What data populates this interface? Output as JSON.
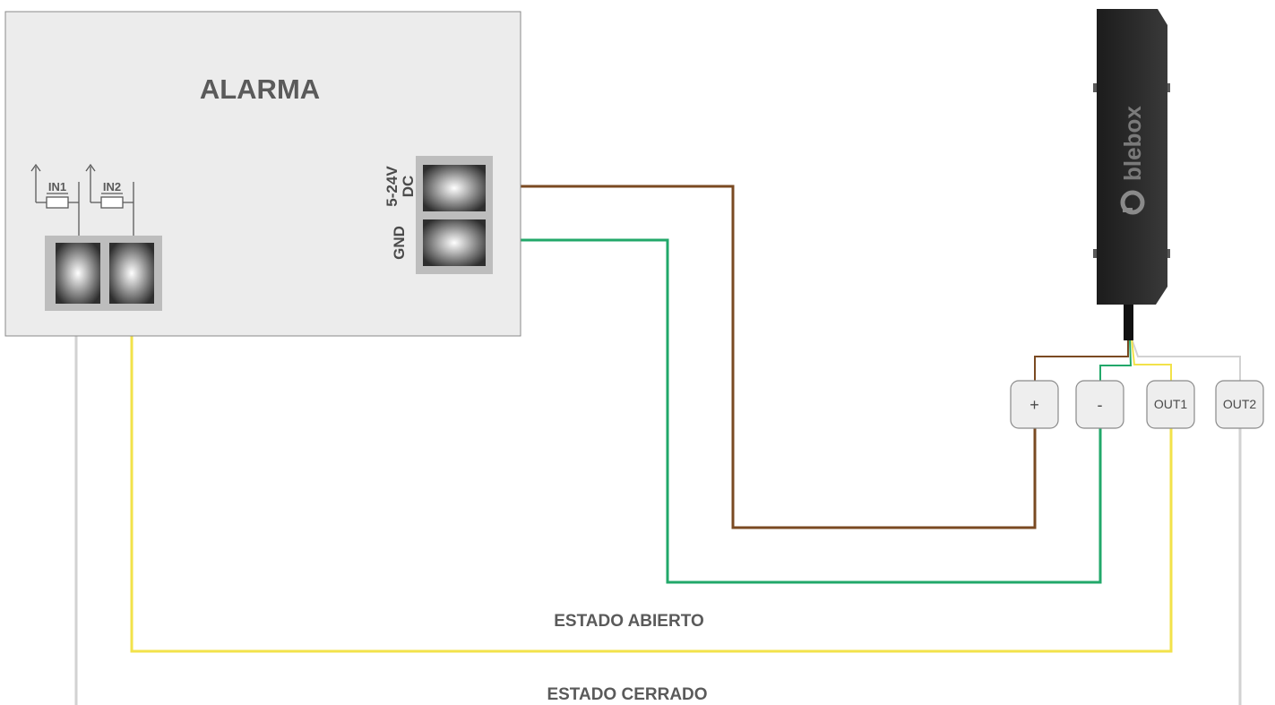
{
  "alarm": {
    "title": "ALARMA",
    "inputs": [
      "IN1",
      "IN2"
    ],
    "power_label": [
      "5-24V",
      "DC"
    ],
    "gnd_label": "GND"
  },
  "device": {
    "brand": "blebox",
    "pins": [
      "+",
      "-",
      "OUT1",
      "OUT2"
    ]
  },
  "states": {
    "open": "ESTADO ABIERTO",
    "closed": "ESTADO CERRADO"
  },
  "colors": {
    "wire_power": "#7a4a22",
    "wire_gnd": "#22a86a",
    "wire_out1": "#f2e24a",
    "wire_out2": "#d2d2d2",
    "alarm_box": "#ececec",
    "terminal": "#bdbdbd",
    "device_body": "#2a2a2a"
  }
}
